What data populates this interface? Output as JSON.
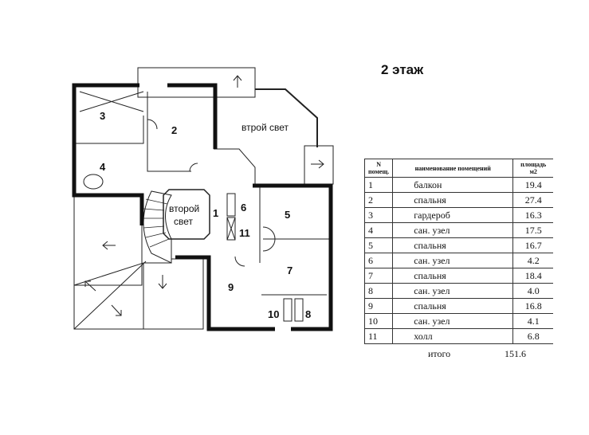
{
  "title": "2 этаж",
  "plan_labels": {
    "r1": "1",
    "r2": "2",
    "r3": "3",
    "r4": "4",
    "r5": "5",
    "r6": "6",
    "r7": "7",
    "r8": "8",
    "r9": "9",
    "r10": "10",
    "r11": "11",
    "light_upper": "втрой свет",
    "light_center_1": "второй",
    "light_center_2": "свет"
  },
  "table": {
    "headers": [
      "N помещ.",
      "наименование помещений",
      "площадь м2"
    ],
    "rows": [
      [
        "1",
        "балкон",
        "19.4"
      ],
      [
        "2",
        "спальня",
        "27.4"
      ],
      [
        "3",
        "гардероб",
        "16.3"
      ],
      [
        "4",
        "сан. узел",
        "17.5"
      ],
      [
        "5",
        "спальня",
        "16.7"
      ],
      [
        "6",
        "сан. узел",
        "4.2"
      ],
      [
        "7",
        "спальня",
        "18.4"
      ],
      [
        "8",
        "сан. узел",
        "4.0"
      ],
      [
        "9",
        "спальня",
        "16.8"
      ],
      [
        "10",
        "сан. узел",
        "4.1"
      ],
      [
        "11",
        "холл",
        "6.8"
      ]
    ],
    "total_label": "итого",
    "total_value": "151.6"
  }
}
